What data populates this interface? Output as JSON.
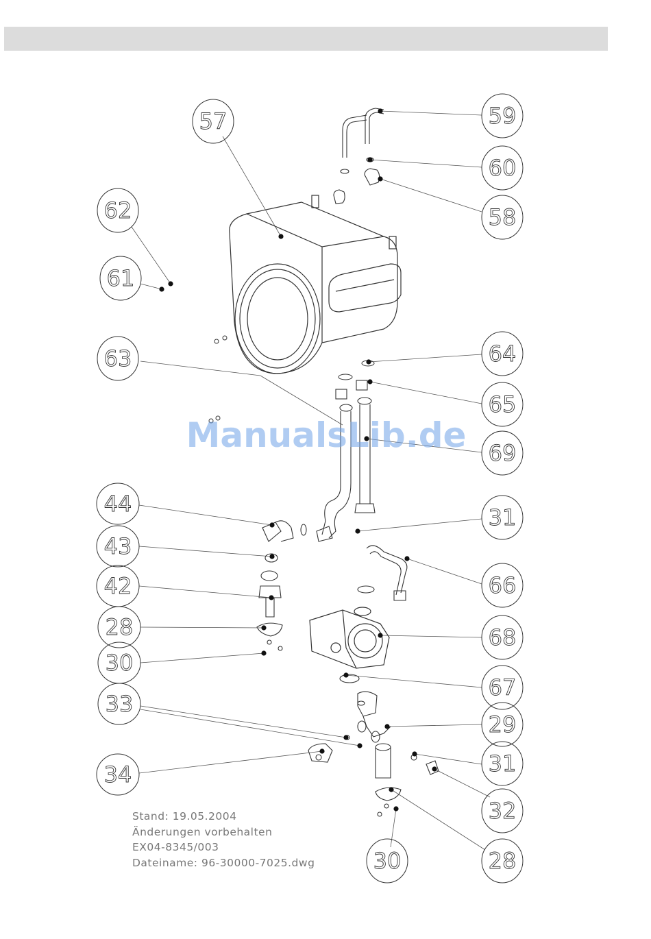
{
  "watermark": "ManualsLib.de",
  "callouts": [
    {
      "label": "57"
    },
    {
      "label": "59"
    },
    {
      "label": "60"
    },
    {
      "label": "58"
    },
    {
      "label": "62"
    },
    {
      "label": "61"
    },
    {
      "label": "63"
    },
    {
      "label": "64"
    },
    {
      "label": "65"
    },
    {
      "label": "69"
    },
    {
      "label": "44"
    },
    {
      "label": "31"
    },
    {
      "label": "43"
    },
    {
      "label": "42"
    },
    {
      "label": "66"
    },
    {
      "label": "28"
    },
    {
      "label": "68"
    },
    {
      "label": "30"
    },
    {
      "label": "67"
    },
    {
      "label": "33"
    },
    {
      "label": "29"
    },
    {
      "label": "34"
    },
    {
      "label": "31"
    },
    {
      "label": "32"
    },
    {
      "label": "30"
    },
    {
      "label": "28"
    }
  ],
  "info": {
    "stand": "Stand: 19.05.2004",
    "aenderungen": "Änderungen vorbehalten",
    "doc_number": "EX04-8345/003",
    "dateiname": "Dateiname: 96-30000-7025.dwg"
  }
}
